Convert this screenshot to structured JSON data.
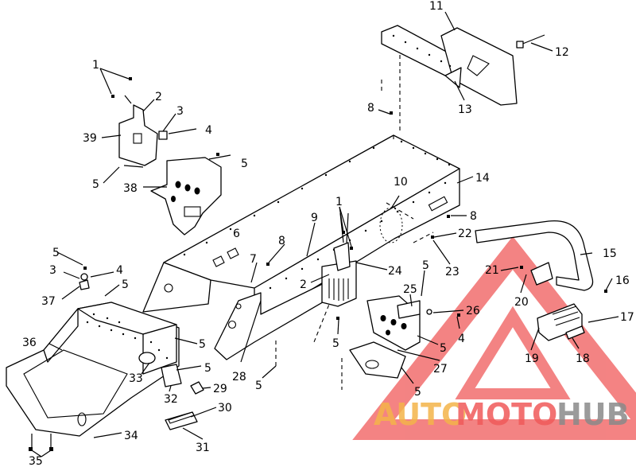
{
  "callouts": {
    "c1a": "1",
    "c1b": "1",
    "c2a": "2",
    "c2b": "2",
    "c3a": "3",
    "c3b": "3",
    "c4a": "4",
    "c4b": "4",
    "c4c": "4",
    "c5a": "5",
    "c5b": "5",
    "c5c": "5",
    "c5d": "5",
    "c5e": "5",
    "c5f": "5",
    "c5g": "5",
    "c5h": "5",
    "c5i": "5",
    "c5j": "5",
    "c5k": "5",
    "c6": "6",
    "c7": "7",
    "c8a": "8",
    "c8b": "8",
    "c8c": "8",
    "c9": "9",
    "c10": "10",
    "c11": "11",
    "c12": "12",
    "c13": "13",
    "c14": "14",
    "c15": "15",
    "c16": "16",
    "c17": "17",
    "c18": "18",
    "c19": "19",
    "c20": "20",
    "c21": "21",
    "c22": "22",
    "c23": "23",
    "c24": "24",
    "c25": "25",
    "c26": "26",
    "c27": "27",
    "c28": "28",
    "c29": "29",
    "c30": "30",
    "c31": "31",
    "c32": "32",
    "c33": "33",
    "c35": "35",
    "c34": "34",
    "c36": "36",
    "c37": "37",
    "c38": "38",
    "c39": "39"
  },
  "watermark": {
    "text_auto": "AUTO",
    "text_moto": "MOTO",
    "text_hub": "HUB",
    "color_accent": "#f05a5a",
    "color_auto": "#f4b44a",
    "color_hub": "#8a8a8a"
  }
}
